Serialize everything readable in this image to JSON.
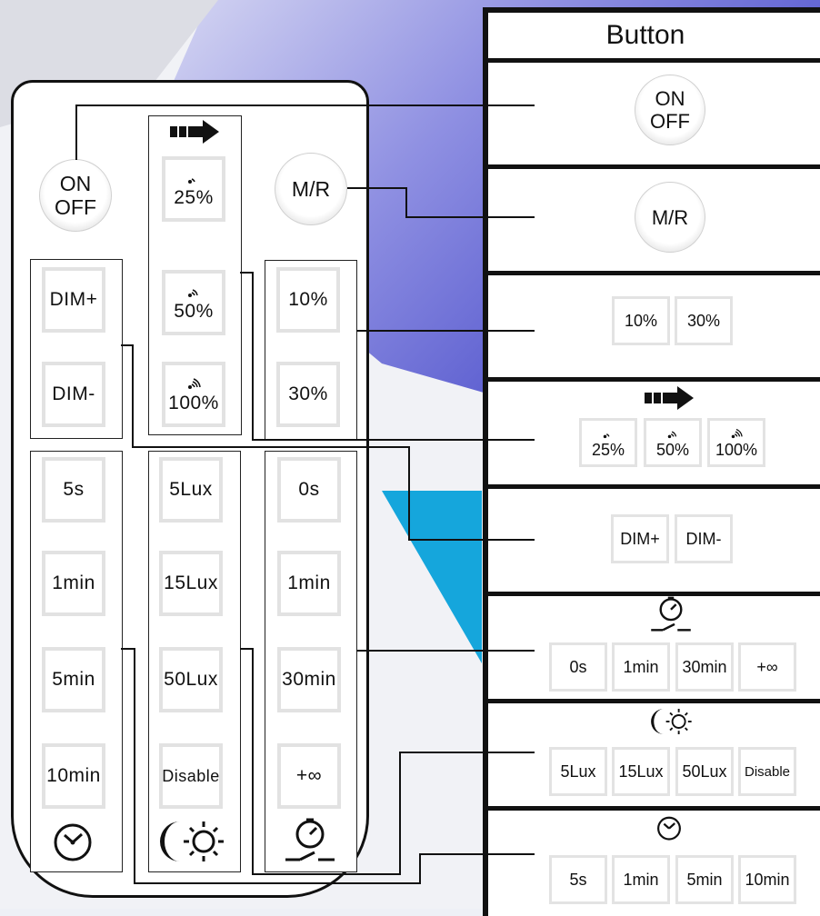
{
  "table": {
    "header": "Button"
  },
  "keys": {
    "on_off": "ON\nOFF",
    "mr": "M/R",
    "pct25": "25%",
    "pct50": "50%",
    "pct100": "100%",
    "pct10": "10%",
    "pct30": "30%",
    "dim_plus": "DIM+",
    "dim_minus": "DIM-",
    "t5s": "5s",
    "t1min": "1min",
    "t5min": "5min",
    "t10min": "10min",
    "lux5": "5Lux",
    "lux15": "15Lux",
    "lux50": "50Lux",
    "disable": "Disable",
    "s0s": "0s",
    "s1min": "1min",
    "s30min": "30min",
    "sinf": "+∞"
  },
  "icons": {
    "signal": "wifi-signal-icon",
    "arrow": "forward-arrow-icon",
    "clock": "clock-icon",
    "daylight": "moon-sun-icon",
    "standby": "stopwatch-switch-icon"
  },
  "colors": {
    "bg_blue": "#5a5ccf",
    "accent_cyan": "#15a6dc",
    "key_border": "#e2e2e2"
  }
}
